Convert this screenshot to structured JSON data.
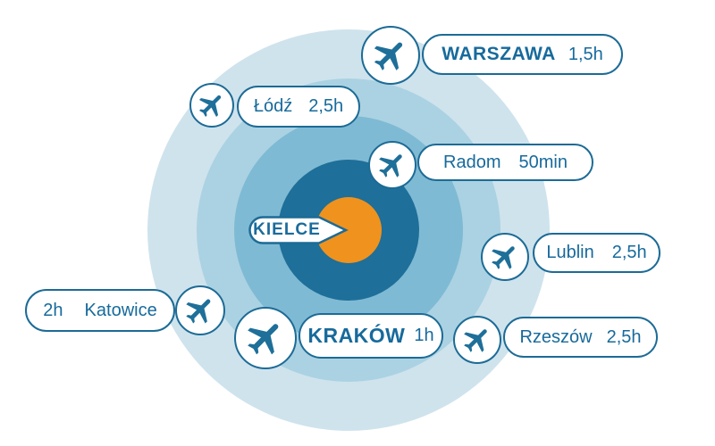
{
  "hub": {
    "label": "KIELCE"
  },
  "destinations": [
    {
      "city": "WARSZAWA",
      "time": "1,5h"
    },
    {
      "city": "Łódź",
      "time": "2,5h"
    },
    {
      "city": "Radom",
      "time": "50min"
    },
    {
      "city": "Lublin",
      "time": "2,5h"
    },
    {
      "city": "Rzeszów",
      "time": "2,5h"
    },
    {
      "city": "KRAKÓW",
      "time": "1h"
    },
    {
      "city": "Katowice",
      "time": "2h"
    }
  ],
  "icons": {
    "plane": "airplane-icon"
  },
  "colors": {
    "ring_outer": "#cfe3ed",
    "ring_third": "#abd2e2",
    "ring_second": "#7fbad4",
    "ring_first": "#1e6f99",
    "hub_orange": "#f0921e",
    "stroke_blue": "#1c6b96",
    "text_blue": "#176a9c"
  }
}
